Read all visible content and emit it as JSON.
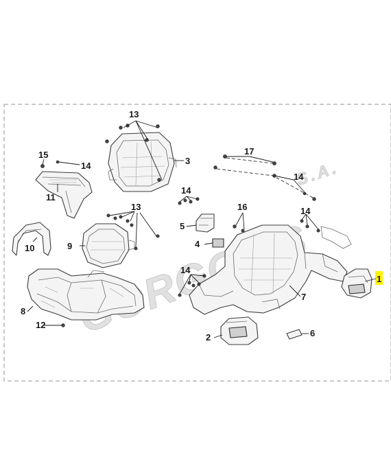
{
  "watermark": {
    "name": "GORGOLIS",
    "suffix": "S.A."
  },
  "callouts": {
    "c1": "1",
    "c2": "2",
    "c3": "3",
    "c4": "4",
    "c5": "5",
    "c6": "6",
    "c7": "7",
    "c8": "8",
    "c9": "9",
    "c10": "10",
    "c11": "11",
    "c12": "12",
    "c13a": "13",
    "c13b": "13",
    "c14a": "14",
    "c14b": "14",
    "c14c": "14",
    "c14d": "14",
    "c14e": "14",
    "c15": "15",
    "c16": "16",
    "c17": "17"
  },
  "colors": {
    "highlight": "#fff200",
    "line": "#1a1a1a",
    "frame": "#b9b9b9"
  }
}
